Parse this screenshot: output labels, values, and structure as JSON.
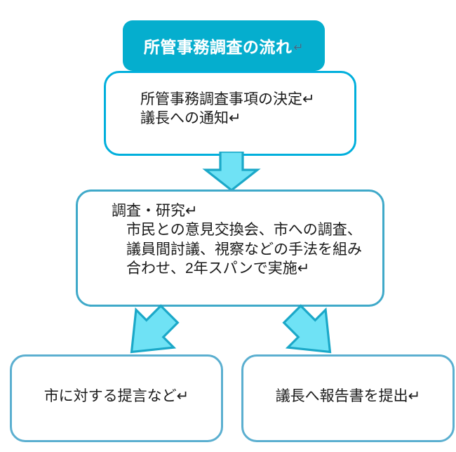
{
  "diagram": {
    "title": {
      "text": "所管事務調査の流れ",
      "pilcrow": "↵",
      "fill_color": "#05AECE",
      "text_color": "#FFFFFF"
    },
    "nodes": [
      {
        "id": "decision",
        "lines": [
          "所管事務調査事項の決定↵",
          "議長への通知↵"
        ],
        "text": "所管事務調査事項の決定↵\n議長への通知↵",
        "border_color": "#00AFDC",
        "fill_color": "#FFFFFF"
      },
      {
        "id": "research",
        "lines": [
          "調査・研究↵",
          "　市民との意見交換会、市への調査、",
          "　議員間討議、視察などの手法を組み",
          "　合わせ、2年スパンで実施↵"
        ],
        "text": "調査・研究↵\n　市民との意見交換会、市への調査、\n　議員間討議、視察などの手法を組み\n　合わせ、2年スパンで実施↵",
        "border_color": "#3FA9C9",
        "fill_color": "#FFFFFF"
      },
      {
        "id": "proposal",
        "lines": [
          "市に対する提言など↵"
        ],
        "text": "市に対する提言など↵",
        "border_color": "#5BAFD0",
        "fill_color": "#FFFFFF"
      },
      {
        "id": "report",
        "lines": [
          "議長へ報告書を提出↵"
        ],
        "text": "議長へ報告書を提出↵",
        "border_color": "#5BAFD0",
        "fill_color": "#FFFFFF"
      }
    ],
    "arrows": [
      {
        "id": "down",
        "from": "decision",
        "to": "research",
        "direction": "down"
      },
      {
        "id": "down-left",
        "from": "research",
        "to": "proposal",
        "direction": "down-left"
      },
      {
        "id": "down-right",
        "from": "research",
        "to": "report",
        "direction": "down-right"
      }
    ],
    "arrow_style": {
      "fill_color": "#6FE2F5",
      "stroke_color": "#1BA8C8"
    }
  }
}
